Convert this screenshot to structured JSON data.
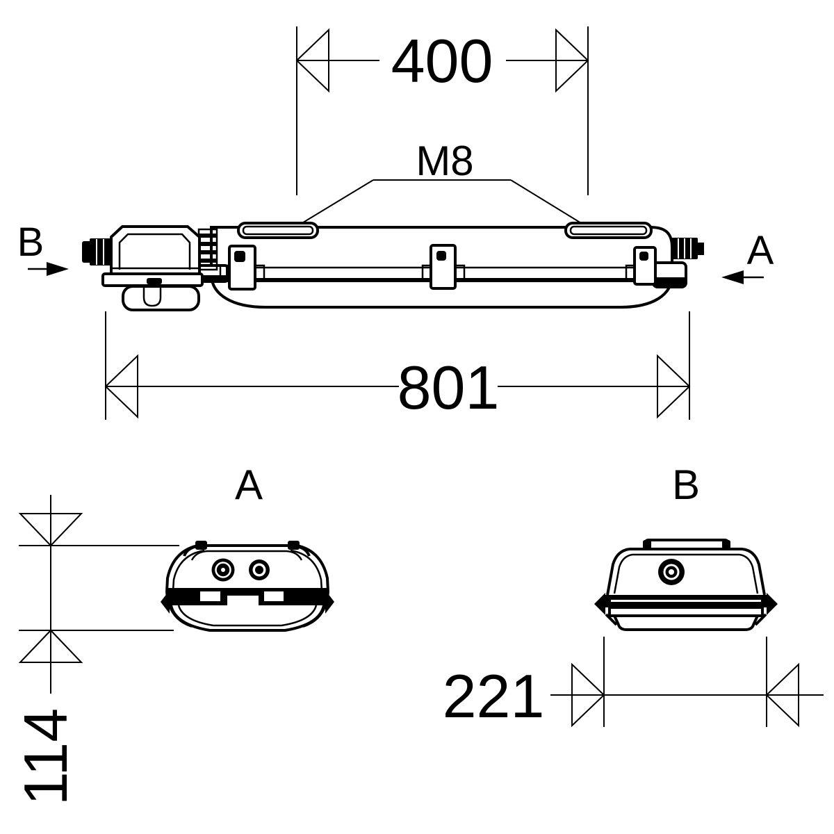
{
  "meta": {
    "background_color": "#ffffff",
    "line_color": "#000000",
    "drawing_type": "luminaire dimension drawing"
  },
  "dimensions": {
    "mounting_distance": {
      "value": "400"
    },
    "thread": {
      "label": "M8"
    },
    "overall_length": {
      "value": "801"
    },
    "height": {
      "value": "114"
    },
    "width": {
      "value": "221"
    }
  },
  "views": {
    "side": {
      "section_cut_left": {
        "label": "B"
      },
      "section_cut_right": {
        "label": "A"
      }
    },
    "section_a": {
      "title": "A"
    },
    "section_b": {
      "title": "B"
    }
  }
}
